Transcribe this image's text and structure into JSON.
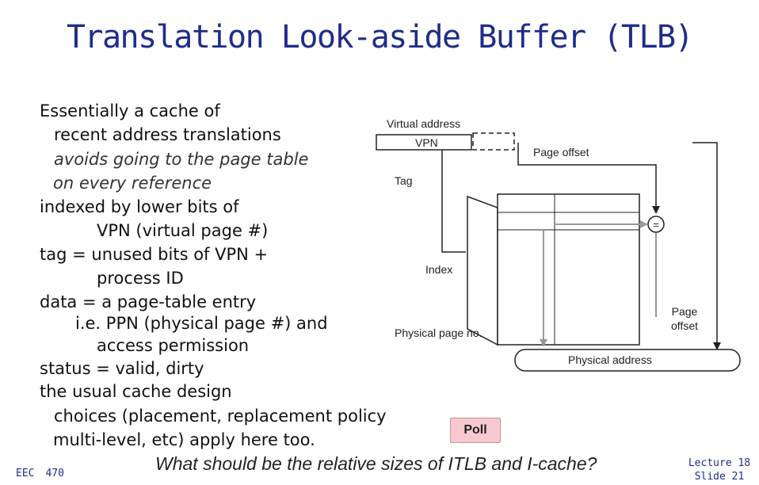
{
  "slide": {
    "title": "Translation Look-aside Buffer (TLB)",
    "bullets": [
      {
        "text": "Essentially a cache of",
        "style": "normal"
      },
      {
        "text": "recent address translations",
        "style": "normal"
      },
      {
        "text": "avoids going to the page table",
        "style": "italic"
      },
      {
        "text": "on every reference",
        "style": "italic"
      },
      {
        "text": "indexed by lower bits of",
        "style": "normal"
      },
      {
        "text": "VPN (virtual page #)",
        "style": "normal"
      },
      {
        "text": "tag = unused bits of VPN +",
        "style": "normal"
      },
      {
        "text": "process ID",
        "style": "normal"
      },
      {
        "text": "data = a page-table entry",
        "style": "normal"
      },
      {
        "text": "i.e. PPN (physical page #) and",
        "style": "normal"
      },
      {
        "text": "access permission",
        "style": "normal"
      },
      {
        "text": "status = valid, dirty",
        "style": "normal"
      },
      {
        "text": "the usual cache design",
        "style": "normal"
      },
      {
        "text": "choices (placement, replacement policy",
        "style": "normal"
      },
      {
        "text": "multi-level, etc) apply here too.",
        "style": "normal"
      }
    ],
    "question": "What should be the relative sizes of ITLB and I-cache?",
    "poll_label": "Poll"
  },
  "diagram": {
    "virtual_address": "Virtual address",
    "vpn": "VPN",
    "page_offset": "Page offset",
    "tag": "Tag",
    "index": "Index",
    "comparator": "=",
    "physical_page_no": "Physical page no.",
    "page_offset_right_line1": "Page",
    "page_offset_right_line2": "offset",
    "physical_address": "Physical address"
  },
  "footer": {
    "course": "EEC",
    "number": "470",
    "lecture": "Lecture 18",
    "slide": "Slide 21"
  },
  "colors": {
    "title": "#1f2d8a",
    "poll_bg": "#f7c9cf",
    "line_gray": "#9a9a9a"
  }
}
